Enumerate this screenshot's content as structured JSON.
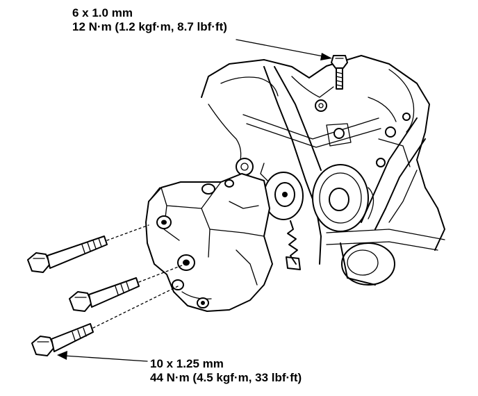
{
  "callouts": {
    "top_bolt": {
      "size": "6 x 1.0 mm",
      "torque": "12 N·m (1.2 kgf·m, 8.7 lbf·ft)"
    },
    "bottom_bolts": {
      "size": "10 x 1.25 mm",
      "torque": "44 N·m (4.5 kgf·m, 33 lbf·ft)"
    }
  },
  "colors": {
    "ink": "#000000",
    "paper": "#ffffff"
  }
}
